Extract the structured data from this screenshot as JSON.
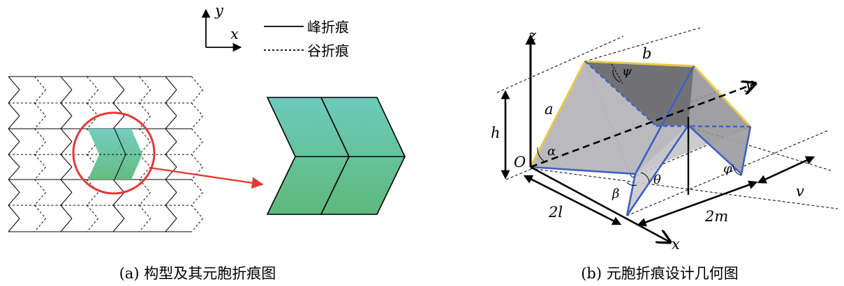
{
  "panel_a": {
    "caption": "(a) 构型及其元胞折痕图",
    "axis_x": "x",
    "axis_y": "y",
    "legend": {
      "peak": "峰折痕",
      "valley": "谷折痕"
    }
  },
  "panel_b": {
    "caption": "(b) 元胞折痕设计几何图",
    "labels": {
      "z": "z",
      "y": "y",
      "x": "x",
      "O": "O",
      "a": "a",
      "b": "b",
      "h": "h",
      "alpha": "α",
      "psi": "ψ",
      "beta": "β",
      "theta": "θ",
      "phi": "φ",
      "v": "v",
      "two_l": "2l",
      "two_m": "2m"
    }
  },
  "colors": {
    "cell_top": "#6cc9b6",
    "cell_bottom": "#5ab879",
    "highlight_circle": "#e53935",
    "pointer_arrow": "#e53935",
    "yellow_edge": "#e8c84a",
    "blue_edge": "#3d5fc4",
    "gray_face_light": "#b9b9bd",
    "gray_face_dark": "#6f6f73"
  }
}
